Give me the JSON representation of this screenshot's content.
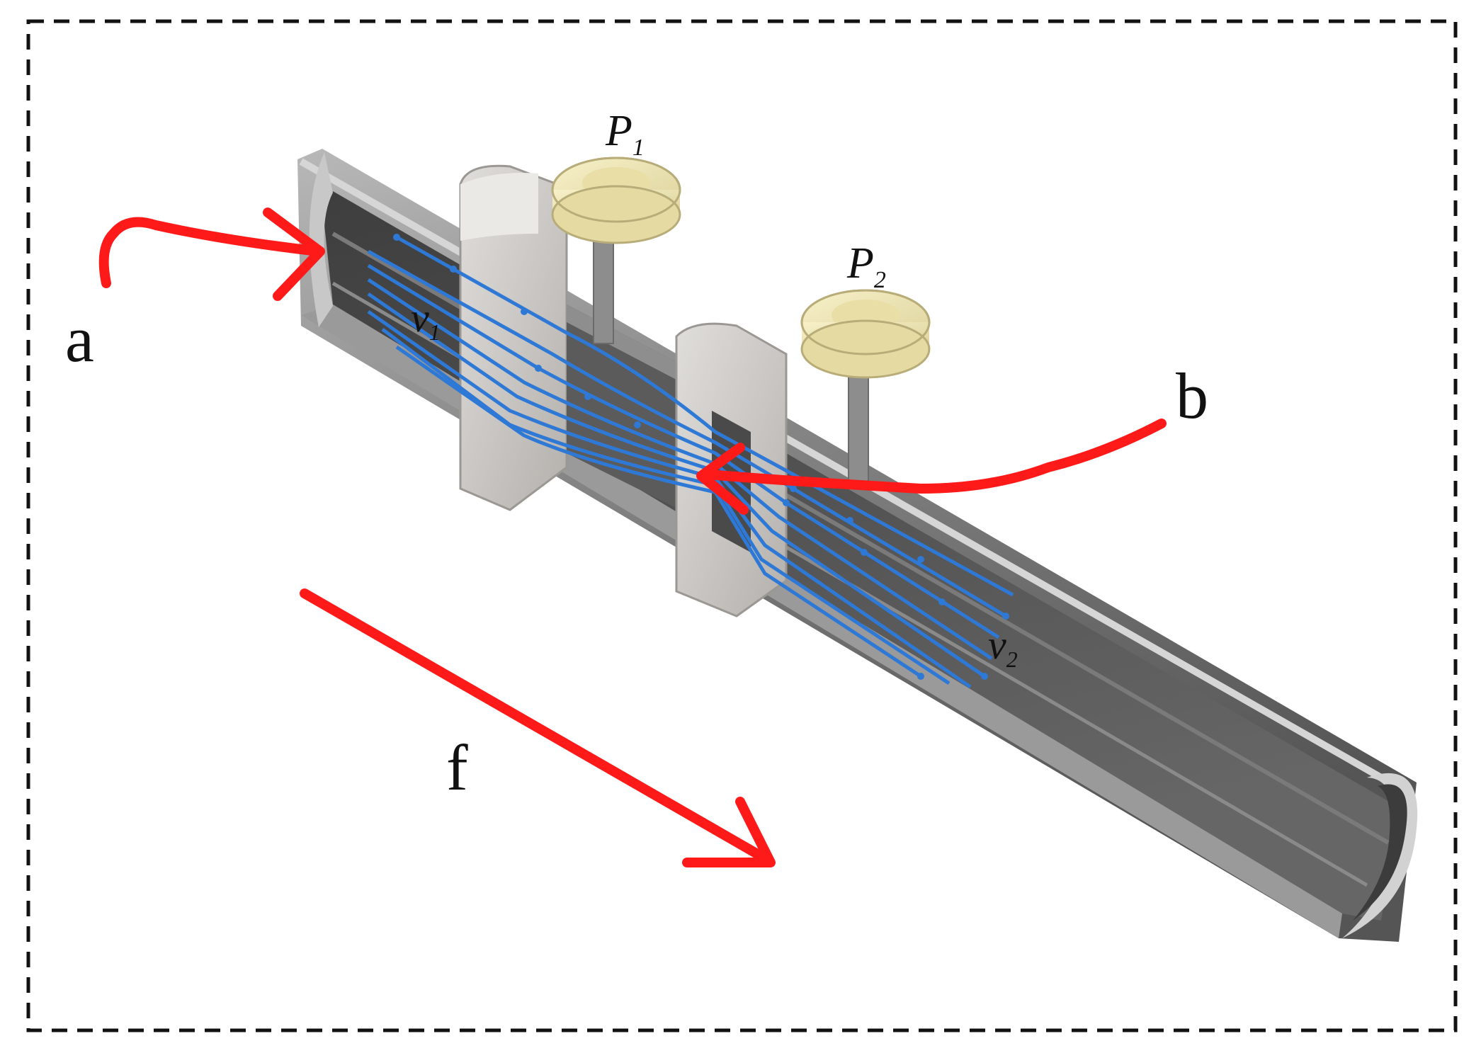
{
  "labels": {
    "a": "a",
    "b": "b",
    "f": "f"
  },
  "symbols": {
    "p1_letter": "P",
    "p1_sub": "1",
    "p2_letter": "P",
    "p2_sub": "2",
    "v1_letter": "v",
    "v1_sub": "1",
    "v2_letter": "v",
    "v2_sub": "2"
  },
  "colors": {
    "annotation_arrows": "#ff1a1a",
    "streamlines": "#2e78d6",
    "pipe": "#8a8a8a",
    "pipe_inner": "#4f4f4f",
    "flange": "#c9c7c4",
    "gauge_cap": "#f2eab8",
    "frame": "#111111"
  }
}
